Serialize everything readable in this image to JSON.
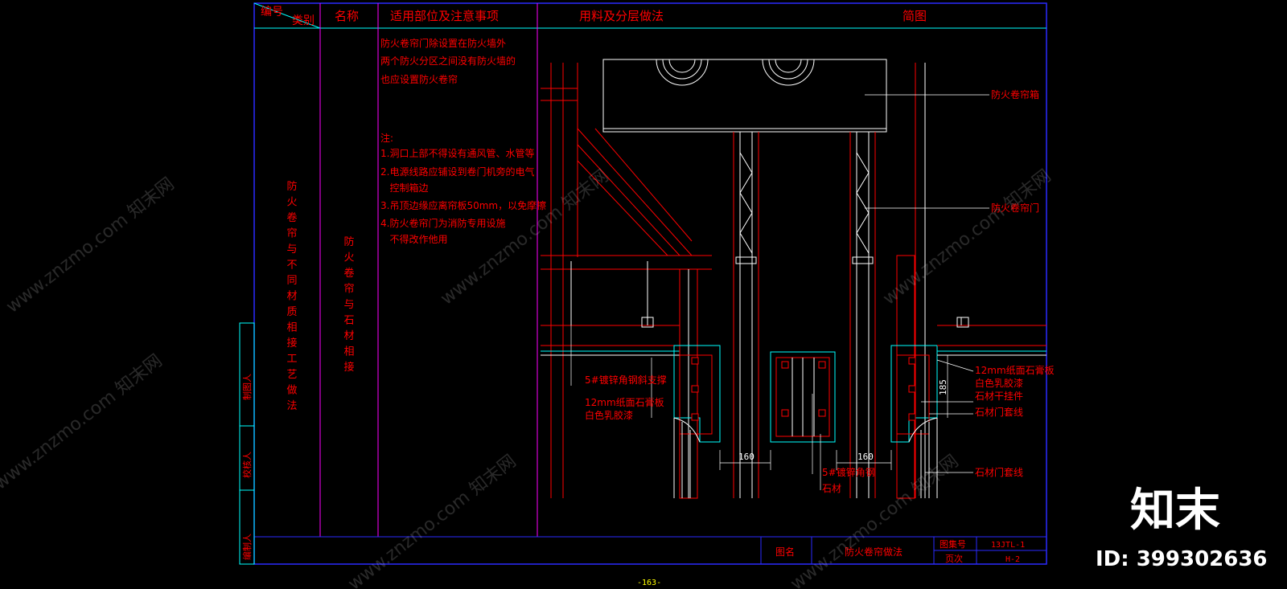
{
  "header": {
    "code_label": "编号",
    "category_label": "类别",
    "name_label": "名称",
    "notes_label": "适用部位及注意事项",
    "materials_label": "用料及分层做法",
    "diagram_label": "简图"
  },
  "category_vertical": "防火卷帘与不同材质相接工艺做法",
  "name_vertical": "防火卷帘与石材相接",
  "notes": {
    "intro": [
      "防火卷帘门除设置在防火墙外",
      "两个防火分区之间没有防火墙的",
      "也应设置防火卷帘"
    ],
    "note_title": "注:",
    "items": [
      "1.洞口上部不得设有通风管、水管等",
      "2.电源线路应铺设到卷门机旁的电气",
      "   控制箱边",
      "3.吊顶边缘应离帘板50mm，以免摩擦",
      "4.防火卷帘门为消防专用设施",
      "   不得改作他用"
    ]
  },
  "diagram_labels": {
    "box": "防火卷帘箱",
    "door": "防火卷帘门",
    "left_support": "5#镀锌角钢斜支撑",
    "left_board_1": "12mm纸面石膏板",
    "left_board_2": "白色乳胶漆",
    "right_board_1": "12mm纸面石膏板",
    "right_board_2": "白色乳胶漆",
    "right_hanger": "石材干挂件",
    "right_trim": "石材门套线",
    "center_angle": "5#镀锌角钢",
    "center_stone": "石材",
    "right_trim_bottom": "石材门套线",
    "dim_left": "160",
    "dim_right": "160",
    "dim_vert": "185"
  },
  "signatures": [
    "制图人",
    "校核人",
    "编制人"
  ],
  "title_block": {
    "drawing_name_label": "图名",
    "drawing_name": "防火卷帘做法",
    "atlas_label": "图集号",
    "atlas_value": "13JTL-1",
    "page_label": "页次",
    "page_value": "H-2"
  },
  "page_number": "-163-",
  "watermark": {
    "text": "www.znzmo.com 知末网",
    "logo": "知末",
    "id": "ID: 399302636"
  },
  "colors": {
    "frame": "#0000ff",
    "cyan": "#00ffff",
    "red": "#ff0000",
    "white": "#ffffff",
    "yellow": "#ffff00",
    "magenta": "#ff00ff"
  }
}
